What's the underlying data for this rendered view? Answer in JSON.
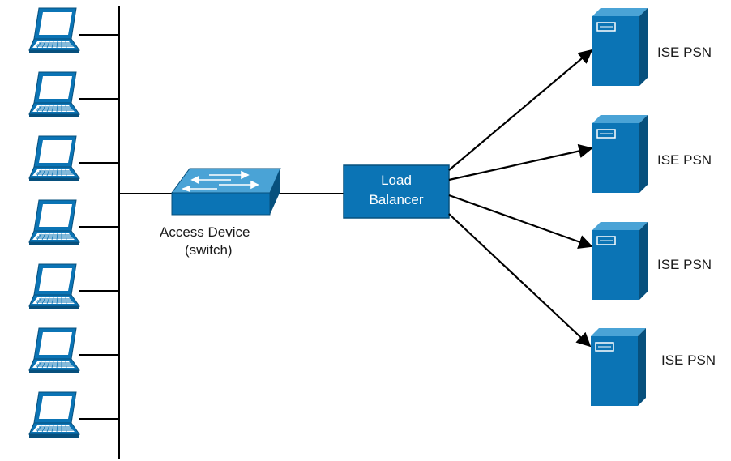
{
  "diagram": {
    "access_device": {
      "line1": "Access Device",
      "line2": "(switch)"
    },
    "load_balancer": {
      "line1": "Load",
      "line2": "Balancer"
    },
    "servers": [
      {
        "label": "ISE PSN"
      },
      {
        "label": "ISE PSN"
      },
      {
        "label": "ISE PSN"
      },
      {
        "label": "ISE PSN"
      }
    ],
    "endpoint_count": 7,
    "colors": {
      "device_fill": "#0b74b5",
      "device_dark": "#07507d",
      "device_light": "#4aa3d6",
      "line": "#000000"
    }
  }
}
